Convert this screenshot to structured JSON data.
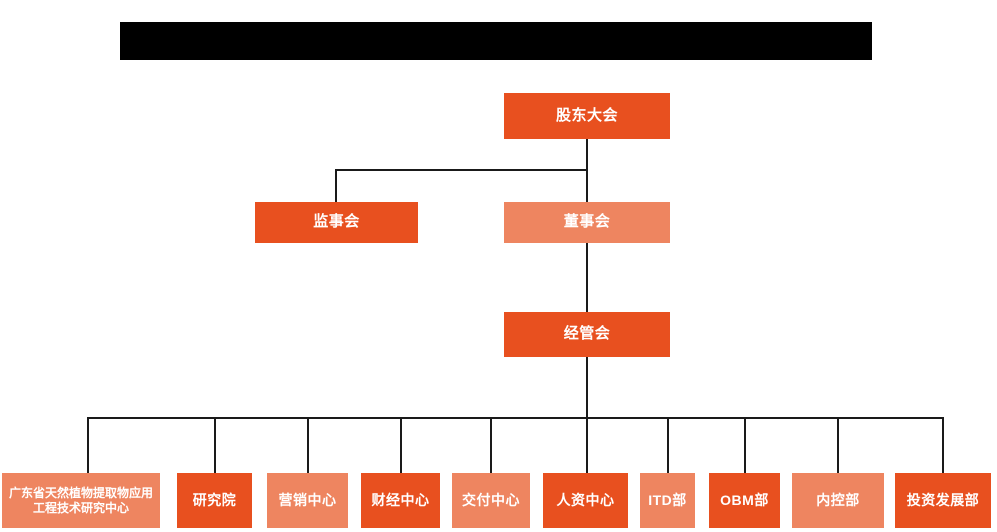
{
  "chart": {
    "type": "org-chart",
    "title_bar": {
      "label": "",
      "redacted": true,
      "color": "#000000"
    },
    "colors": {
      "dark_orange": "#E8501F",
      "light_salmon": "#EE8560",
      "connector": "#1a1a1a",
      "background": "#ffffff",
      "text": "#ffffff"
    },
    "levels": [
      {
        "level": 1,
        "nodes": [
          {
            "id": "shareholders",
            "label": "股东大会",
            "shade": "dark"
          }
        ]
      },
      {
        "level": 2,
        "nodes": [
          {
            "id": "supervisors",
            "label": "监事会",
            "shade": "dark"
          },
          {
            "id": "directors",
            "label": "董事会",
            "shade": "light"
          }
        ]
      },
      {
        "level": 3,
        "nodes": [
          {
            "id": "management-committee",
            "label": "经管会",
            "shade": "dark"
          }
        ]
      },
      {
        "level": 4,
        "nodes": [
          {
            "id": "research-center",
            "label": "广东省天然植物提取物应用工程技术研究中心",
            "shade": "light"
          },
          {
            "id": "research-institute",
            "label": "研究院",
            "shade": "dark"
          },
          {
            "id": "marketing-center",
            "label": "营销中心",
            "shade": "light"
          },
          {
            "id": "finance-center",
            "label": "财经中心",
            "shade": "dark"
          },
          {
            "id": "delivery-center",
            "label": "交付中心",
            "shade": "light"
          },
          {
            "id": "hr-center",
            "label": "人资中心",
            "shade": "dark"
          },
          {
            "id": "itd-dept",
            "label": "ITD部",
            "shade": "light"
          },
          {
            "id": "obm-dept",
            "label": "OBM部",
            "shade": "dark"
          },
          {
            "id": "internal-control-dept",
            "label": "内控部",
            "shade": "light"
          },
          {
            "id": "investment-development-dept",
            "label": "投资发展部",
            "shade": "dark"
          }
        ]
      }
    ]
  }
}
